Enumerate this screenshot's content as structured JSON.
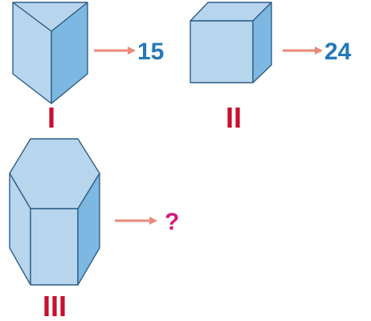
{
  "colors": {
    "face_light": "#b8d5ee",
    "face_dark": "#7cb8e2",
    "edge": "#2f5f86",
    "arrow": "#e98a7a",
    "value_text": "#2479b8",
    "unknown_text": "#d6197f",
    "numeral": "#c8102e"
  },
  "figures": [
    {
      "shape": "triangular-prism",
      "value": "15",
      "numeral": "I"
    },
    {
      "shape": "cube",
      "value": "24",
      "numeral": "II"
    },
    {
      "shape": "hexagonal-prism",
      "value": "?",
      "numeral": "III"
    }
  ]
}
